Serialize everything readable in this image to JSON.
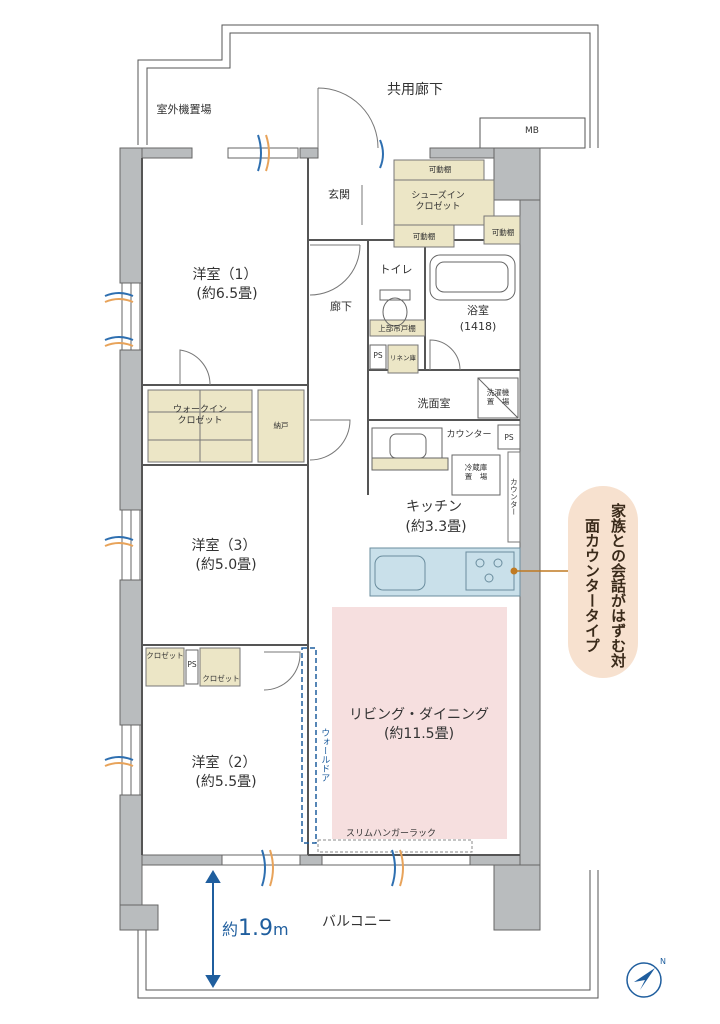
{
  "rooms": {
    "corridor_common": "共用廊下",
    "outdoor_unit": "室外機置場",
    "mb": "MB",
    "entrance": "玄関",
    "shoe_closet": "シューズイン\nクロゼット",
    "shelf1": "可動棚",
    "shelf2": "可動棚",
    "shelf3": "可動棚",
    "bedroom1": "洋室（1）",
    "bedroom1_size": "(約6.5畳)",
    "toilet": "トイレ",
    "hallway": "廊下",
    "bath": "浴室",
    "bath_size": "(1418)",
    "upper_cabinet": "上部吊戸棚",
    "ps1": "PS",
    "linen": "リネン庫",
    "walkin": "ウォークイン\nクロゼット",
    "storage": "納戸",
    "washroom": "洗面室",
    "washer": "洗濯機\n置　場",
    "counter_h": "カウンター",
    "ps2": "PS",
    "fridge": "冷蔵庫\n置　場",
    "counter_v": "カウンター",
    "kitchen": "キッチン",
    "kitchen_size": "(約3.3畳)",
    "bedroom3": "洋室（3）",
    "bedroom3_size": "(約5.0畳)",
    "closet1": "クロゼット",
    "ps3": "PS",
    "closet2": "クロゼット",
    "living": "リビング・ダイニング",
    "living_size": "(約11.5畳)",
    "wall_door": "ウォールドア",
    "bedroom2": "洋室（2）",
    "bedroom2_size": "(約5.5畳)",
    "hanger": "スリムハンガーラック",
    "balcony": "バルコニー"
  },
  "balcony_width": {
    "prefix": "約",
    "value": "1.9",
    "unit": "m"
  },
  "callout": "家族との会話がはずむ対面カウンタータイプ",
  "colors": {
    "wall": "#b9bcbe",
    "storage": "#ece6c6",
    "kitchen": "#c9e0ea",
    "living": "#f6dfdf",
    "callout": "#f7e1cf",
    "accent": "#1f5e9e",
    "leader": "#c07a22"
  },
  "compass_icon": "north-compass-icon"
}
